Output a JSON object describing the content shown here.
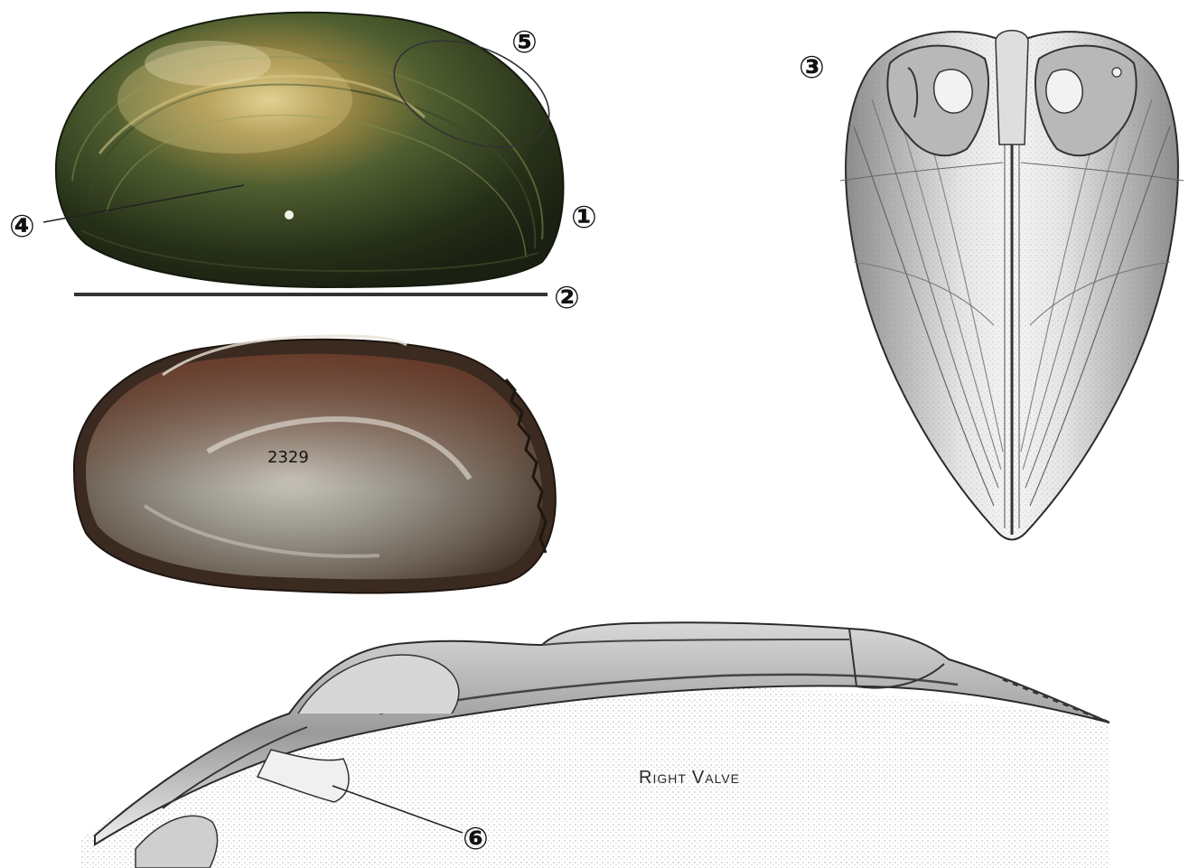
{
  "labels": {
    "one": "①",
    "two": "②",
    "three": "③",
    "four": "④",
    "five": "⑤",
    "six": "⑥"
  },
  "specimen_number": "2329",
  "caption": {
    "cap_r": "R",
    "small_ight": "IGHT",
    "cap_v": "V",
    "small_alve": "ALVE"
  },
  "colors": {
    "shell_dark": "#2e3620",
    "shell_mid": "#5a6a38",
    "shell_gold": "#b9a35a",
    "nacre_brown": "#7a4a34",
    "nacre_grey": "#a9aaa6",
    "ink": "#1a1a1a",
    "stipple": "#8a8a8a"
  }
}
